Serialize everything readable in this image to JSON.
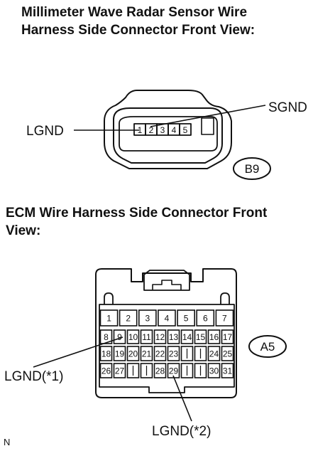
{
  "title_radar_line1": "Millimeter Wave Radar Sensor Wire",
  "title_radar_line2": "Harness Side Connector Front View:",
  "title_ecm_line1": "ECM Wire Harness Side Connector Front",
  "title_ecm_line2": "View:",
  "radar_connector": {
    "tag": "B9",
    "pins": [
      "1",
      "2",
      "3",
      "4",
      "5"
    ],
    "label_left": "LGND",
    "label_right": "SGND"
  },
  "ecm_connector": {
    "tag": "A5",
    "rows": [
      [
        "1",
        "2",
        "3",
        "4",
        "5",
        "6",
        "7"
      ],
      [
        "8",
        "9",
        "10",
        "11",
        "12",
        "13",
        "14",
        "15",
        "16",
        "17"
      ],
      [
        "18",
        "19",
        "20",
        "21",
        "22",
        "23",
        "",
        "",
        "24",
        "25"
      ],
      [
        "26",
        "27",
        "",
        "",
        "28",
        "29",
        "",
        "",
        "30",
        "31"
      ]
    ],
    "label_pin9": "LGND(*1)",
    "label_pin29": "LGND(*2)"
  },
  "footnote": "N",
  "colors": {
    "line": "#111111",
    "background": "#ffffff"
  }
}
